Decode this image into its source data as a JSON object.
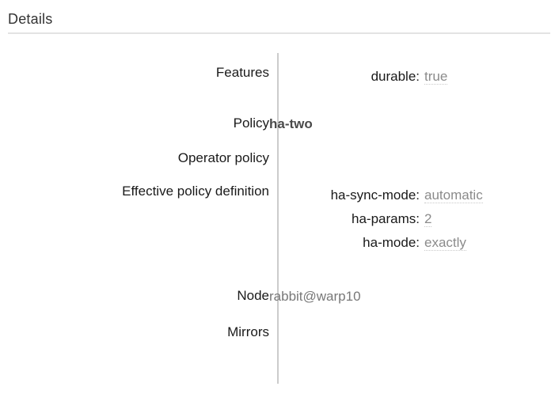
{
  "panel": {
    "heading": "Details"
  },
  "rows": {
    "features": {
      "label": "Features",
      "pairs": [
        {
          "key": "durable:",
          "value": "true",
          "dotted": true
        }
      ]
    },
    "policy": {
      "label": "Policy",
      "value": "ha-two"
    },
    "operator_policy": {
      "label": "Operator policy",
      "value": ""
    },
    "effective_policy_definition": {
      "label": "Effective policy definition",
      "pairs": [
        {
          "key": "ha-sync-mode:",
          "value": "automatic",
          "dotted": true
        },
        {
          "key": "ha-params:",
          "value": "2",
          "dotted": true
        },
        {
          "key": "ha-mode:",
          "value": "exactly",
          "dotted": true
        }
      ]
    },
    "node": {
      "label": "Node",
      "value": "rabbit@warp10"
    },
    "mirrors": {
      "label": "Mirrors",
      "value": ""
    }
  },
  "colors": {
    "text_dark": "#1a1a1a",
    "text_muted": "#8b8b8b",
    "text_value": "#787878",
    "policy_bold": "#4a4a4a",
    "divider": "#cccccc",
    "rule": "#e3e3e3",
    "background": "#ffffff"
  }
}
